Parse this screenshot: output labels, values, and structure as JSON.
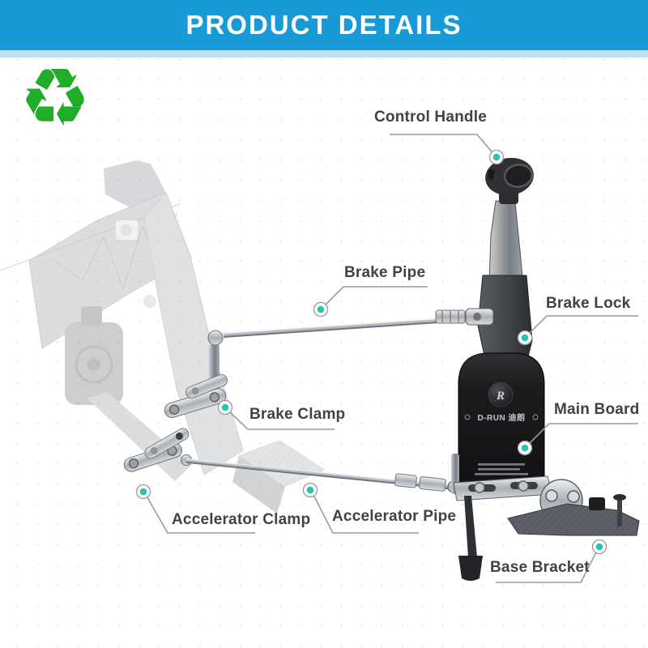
{
  "header": {
    "title": "PRODUCT DETAILS"
  },
  "icons": {
    "recycle_glyph": "♻"
  },
  "colors": {
    "header_bg": "#189AD7",
    "header_strip": "#BCE0F3",
    "marker_teal": "#27C3B3",
    "callout_line": "#9B9B9B",
    "label_text": "#3F4347",
    "recycle_green": "#1FAE25",
    "main_board_black": "#1B1C1E"
  },
  "product": {
    "brand_text": "D-RUN 迪朗",
    "logo_monogram": "R"
  },
  "callouts": [
    {
      "id": "control-handle",
      "label": "Control Handle"
    },
    {
      "id": "brake-pipe",
      "label": "Brake Pipe"
    },
    {
      "id": "brake-lock",
      "label": "Brake Lock"
    },
    {
      "id": "brake-clamp",
      "label": "Brake Clamp"
    },
    {
      "id": "main-board",
      "label": "Main Board"
    },
    {
      "id": "accelerator-clamp",
      "label": "Accelerator Clamp"
    },
    {
      "id": "accelerator-pipe",
      "label": "Accelerator Pipe"
    },
    {
      "id": "base-bracket",
      "label": "Base Bracket"
    }
  ]
}
